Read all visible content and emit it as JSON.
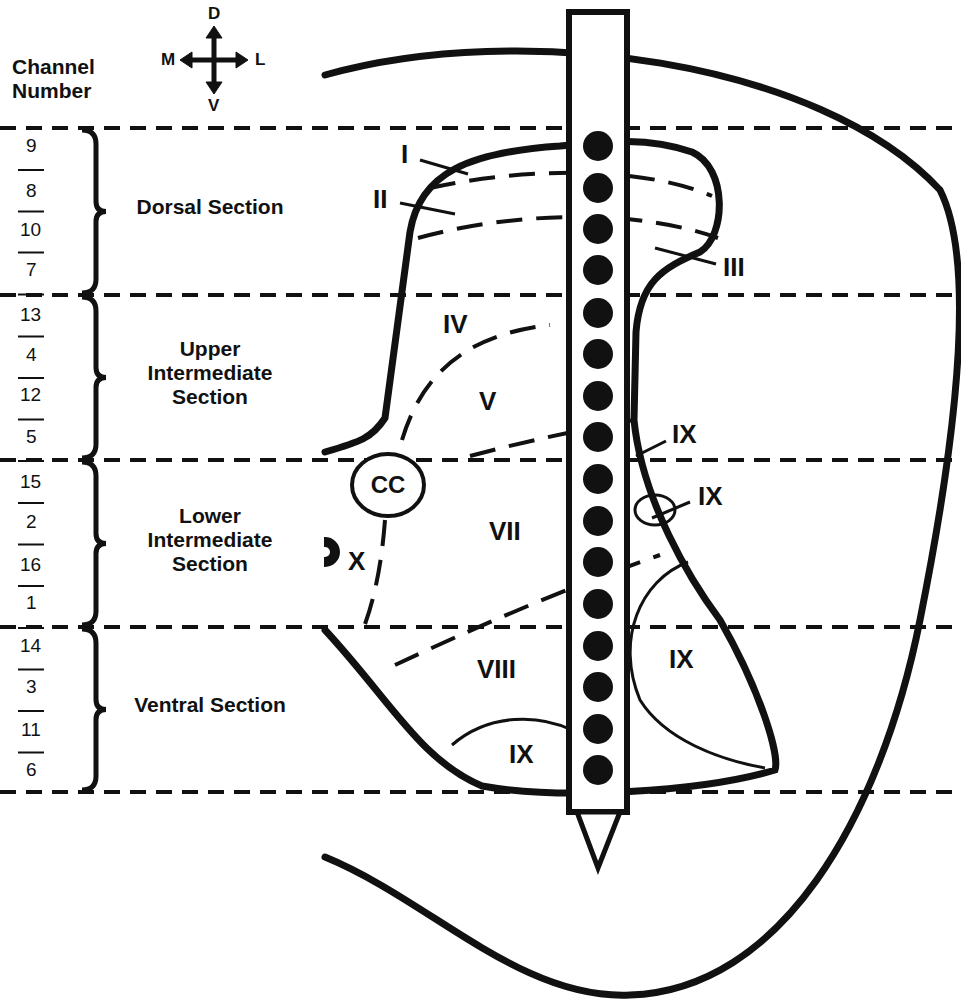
{
  "diagram": {
    "nodes": [
      {
        "text": [
          "CC"
        ]
      }
    ],
    "labels": [
      "Channel Number",
      "D",
      "M",
      "L",
      "V",
      "9",
      "8",
      "10",
      "7",
      "13",
      "4",
      "12",
      "5",
      "15",
      "2",
      "16",
      "1",
      "14",
      "3",
      "11",
      "6",
      "Dorsal Section",
      "Upper Intermediate Section",
      "Lower Intermediate Section",
      "Ventral Section",
      "I",
      "II",
      "III",
      "IV",
      "V",
      "IX",
      "IX",
      "VII",
      "X",
      "VIII",
      "IX",
      "IX"
    ]
  }
}
